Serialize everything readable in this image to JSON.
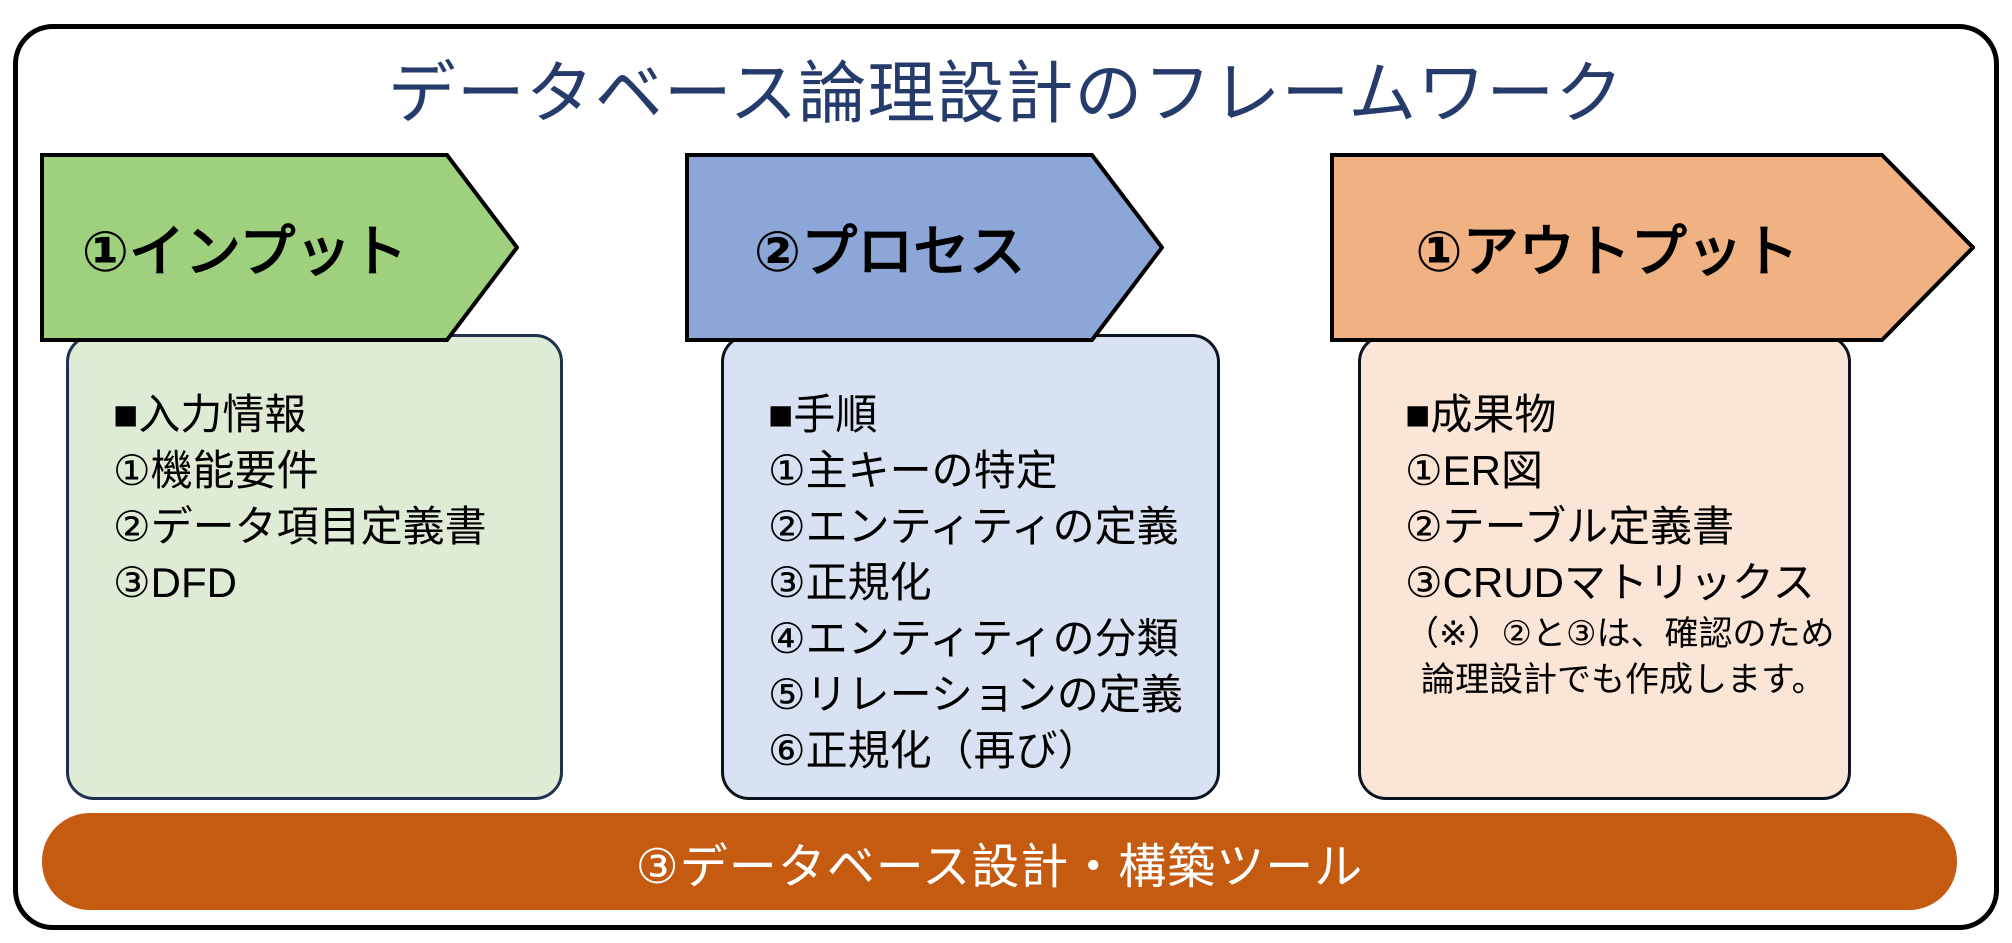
{
  "diagram": {
    "title": "データベース論理設計のフレームワーク",
    "title_color": "#243B6B",
    "columns": [
      {
        "id": "input",
        "header": "①インプット",
        "arrow_fill": "#9ED07E",
        "arrow_border": "#000000",
        "box_fill": "#DEECD6",
        "box_border": "#203050",
        "lines": [
          "■入力情報",
          "①機能要件",
          "②データ項目定義書",
          "③DFD"
        ]
      },
      {
        "id": "process",
        "header": "②プロセス",
        "arrow_fill": "#8DA6D8",
        "arrow_border": "#000000",
        "box_fill": "#D9E2F3",
        "box_border": "#0B1220",
        "lines": [
          "■手順",
          "①主キーの特定",
          "②エンティティの定義",
          "③正規化",
          "④エンティティの分類",
          "⑤リレーションの定義",
          "⑥正規化（再び）"
        ]
      },
      {
        "id": "output",
        "header": "①アウトプット",
        "arrow_fill": "#F0B183",
        "arrow_border": "#000000",
        "box_fill": "#FAE5D6",
        "box_border": "#0B1220",
        "lines": [
          "■成果物",
          "①ER図",
          "②テーブル定義書",
          "③CRUDマトリックス"
        ],
        "note": [
          "（※）②と③は、確認のため",
          "論理設計でも作成します。"
        ]
      }
    ],
    "bottom_bar": {
      "label": "③データベース設計・構築ツール",
      "fill": "#C55A11",
      "text_color": "#FFFFFF"
    }
  }
}
